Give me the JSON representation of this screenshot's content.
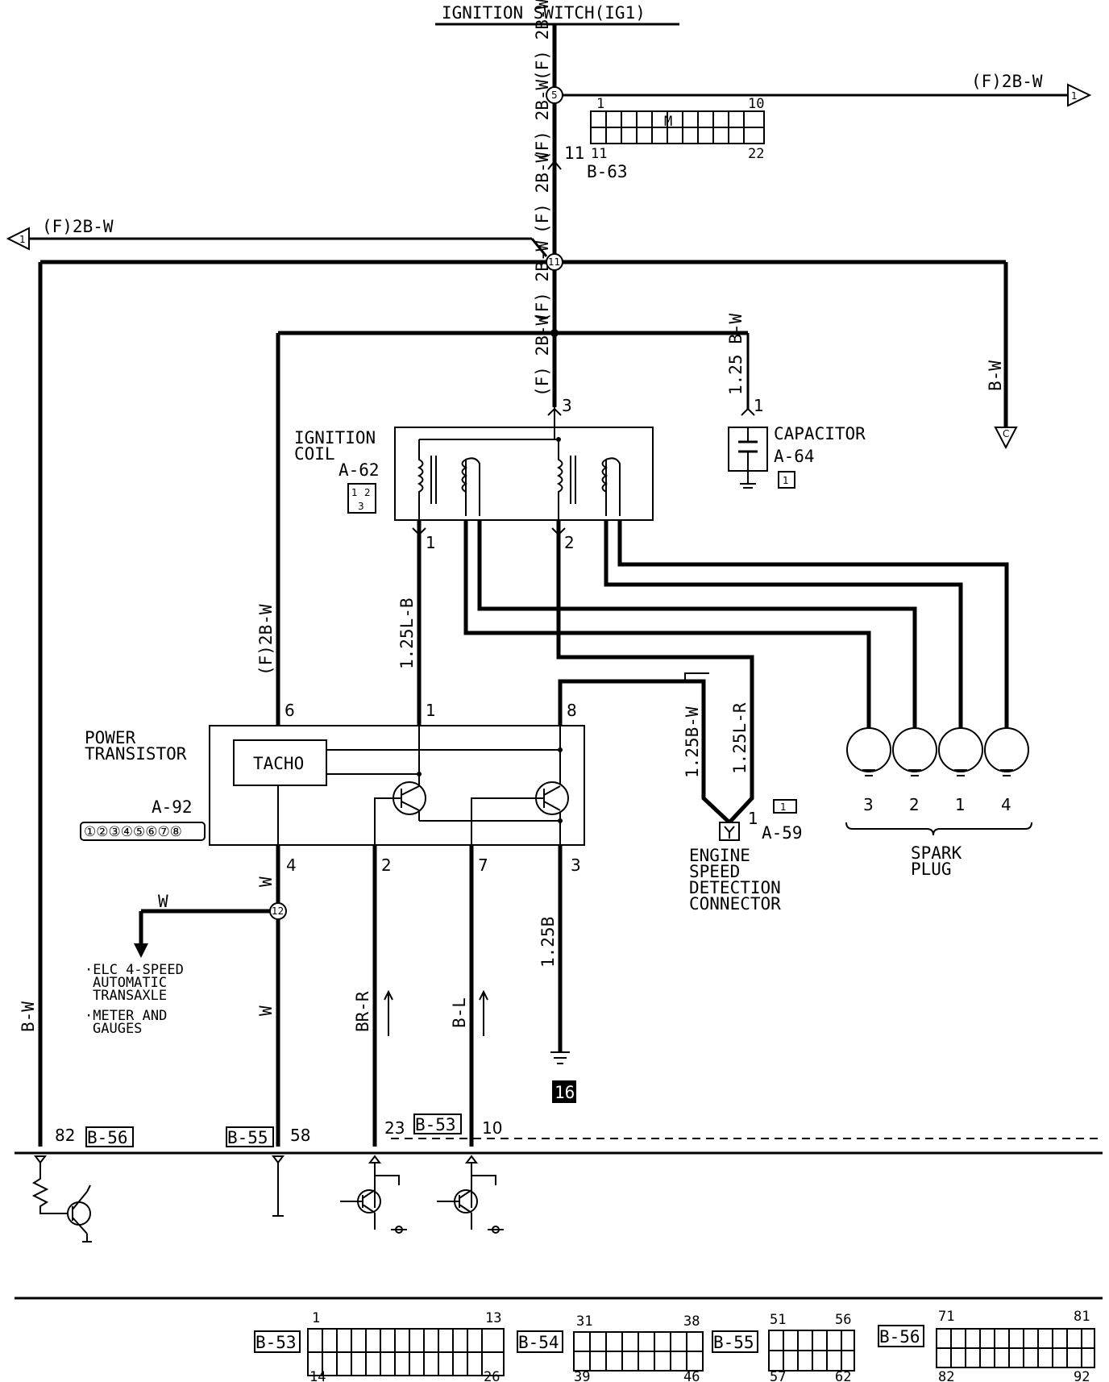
{
  "title": "IGNITION SWITCH(IG1)",
  "wire_labels": {
    "f2bw_v": "(F) 2B-W",
    "f2bw_h": "(F)2B-W",
    "bw": "B-W",
    "w": "W",
    "l125bw": "1.25 B-W",
    "l125lb": "1.25L-B",
    "l125bw2": "1.25B-W",
    "l125lr": "1.25L-R",
    "l125b": "1.25B",
    "brr": "BR-R",
    "bl": "B-L"
  },
  "junctions": [
    "5",
    "11",
    "12"
  ],
  "connectors": {
    "b63": "B-63",
    "b63_pins": [
      "1",
      "10",
      "11",
      "22"
    ],
    "b63_mark": "M",
    "pin11": "11",
    "a62": "A-62",
    "a64": "A-64",
    "a59": "A-59",
    "a92": "A-92",
    "a92_pins": "①②③④⑤⑥⑦⑧",
    "b53": "B-53",
    "b54": "B-54",
    "b55": "B-55",
    "b56": "B-56",
    "ground16": "16",
    "off_page_1": "1",
    "off_page_c": "C",
    "a64_id": "1",
    "a59_id": "1",
    "a62_pins": [
      "1",
      "2",
      "3"
    ]
  },
  "components": {
    "ignition_coil_1": "IGNITION",
    "ignition_coil_2": "COIL",
    "capacitor": "CAPACITOR",
    "power_transistor_1": "POWER",
    "power_transistor_2": "TRANSISTOR",
    "tacho": "TACHO",
    "esd_1": "ENGINE",
    "esd_2": "SPEED",
    "esd_3": "DETECTION",
    "esd_4": "CONNECTOR",
    "spark_plug_1": "SPARK",
    "spark_plug_2": "PLUG",
    "spark_numbers": [
      "3",
      "2",
      "1",
      "4"
    ],
    "to_1": "·ELC 4-SPEED",
    "to_2": "AUTOMATIC",
    "to_3": "TRANSAXLE",
    "to_4": "·METER AND",
    "to_5": "GAUGES"
  },
  "pins": {
    "coil_3": "3",
    "coil_1": "1",
    "coil_2": "2",
    "cap_1": "1",
    "pt_6": "6",
    "pt_1": "1",
    "pt_8": "8",
    "pt_4": "4",
    "pt_2": "2",
    "pt_7": "7",
    "pt_3": "3",
    "esd_1": "1",
    "ecu_82": "82",
    "ecu_58": "58",
    "ecu_23": "23",
    "ecu_10": "10"
  },
  "legend": {
    "b53": {
      "tl": "1",
      "tr": "13",
      "bl": "14",
      "br": "26"
    },
    "b54": {
      "tl": "31",
      "tr": "38",
      "bl": "39",
      "br": "46"
    },
    "b55": {
      "tl": "51",
      "tr": "56",
      "bl": "57",
      "br": "62"
    },
    "b56": {
      "tl": "71",
      "tr": "81",
      "bl": "82",
      "br": "92"
    }
  }
}
